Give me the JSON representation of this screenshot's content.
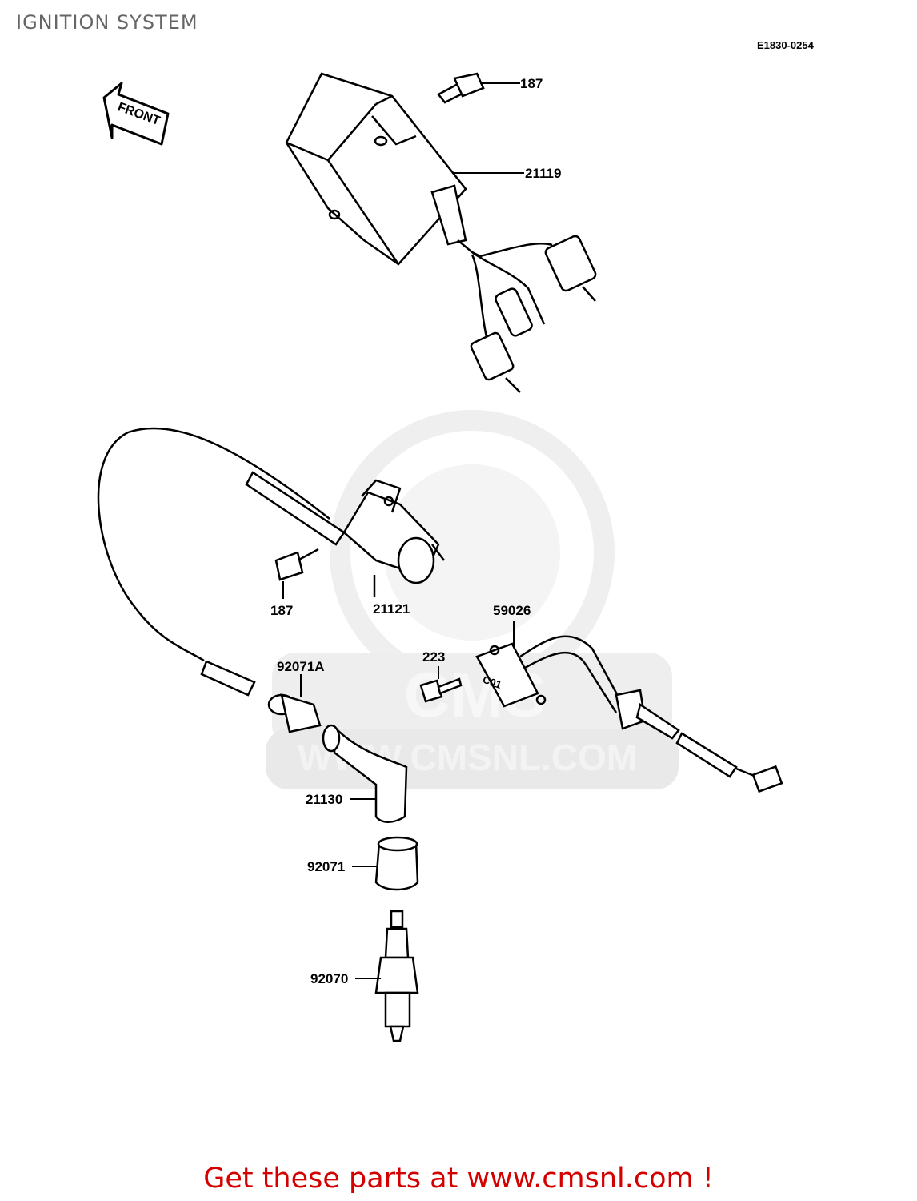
{
  "header": {
    "title": "IGNITION SYSTEM",
    "drawing_code": "E1830-0254"
  },
  "front_arrow": {
    "label": "FRONT"
  },
  "watermark": {
    "text": "WWW.CMSNL.COM",
    "letters": "CMS"
  },
  "parts": [
    {
      "number": "187",
      "name": "bolt-top"
    },
    {
      "number": "21119",
      "name": "igniter-unit"
    },
    {
      "number": "187",
      "name": "bolt-coil"
    },
    {
      "number": "21121",
      "name": "ignition-coil"
    },
    {
      "number": "59026",
      "name": "pickup-coil"
    },
    {
      "number": "223",
      "name": "screw"
    },
    {
      "number": "92071A",
      "name": "cap-a"
    },
    {
      "number": "21130",
      "name": "plug-cap"
    },
    {
      "number": "92071",
      "name": "cap"
    },
    {
      "number": "92070",
      "name": "spark-plug"
    }
  ],
  "pickup_marking": "C01",
  "footer": {
    "text": "Get these parts at www.cmsnl.com !"
  }
}
